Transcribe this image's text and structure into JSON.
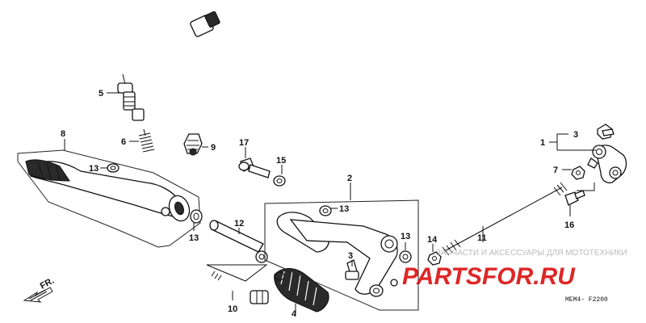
{
  "callouts": {
    "c1": "1",
    "c2": "2",
    "c3a": "3",
    "c3b": "3",
    "c4": "4",
    "c5": "5",
    "c6": "6",
    "c7": "7",
    "c8": "8",
    "c9": "9",
    "c10": "10",
    "c11": "11",
    "c12": "12",
    "c13a": "13",
    "c13b": "13",
    "c13c": "13",
    "c13d": "13",
    "c14": "14",
    "c15": "15",
    "c16": "16",
    "c17": "17"
  },
  "direction_label": "FR.",
  "diagram_code": "MEM4- F2200",
  "watermark": {
    "tagline": "ЗАПЧАСТИ И АКСЕССУАРЫ ДЛЯ МОТОТЕХНИКИ",
    "logo": "PARTSFOR.RU"
  }
}
